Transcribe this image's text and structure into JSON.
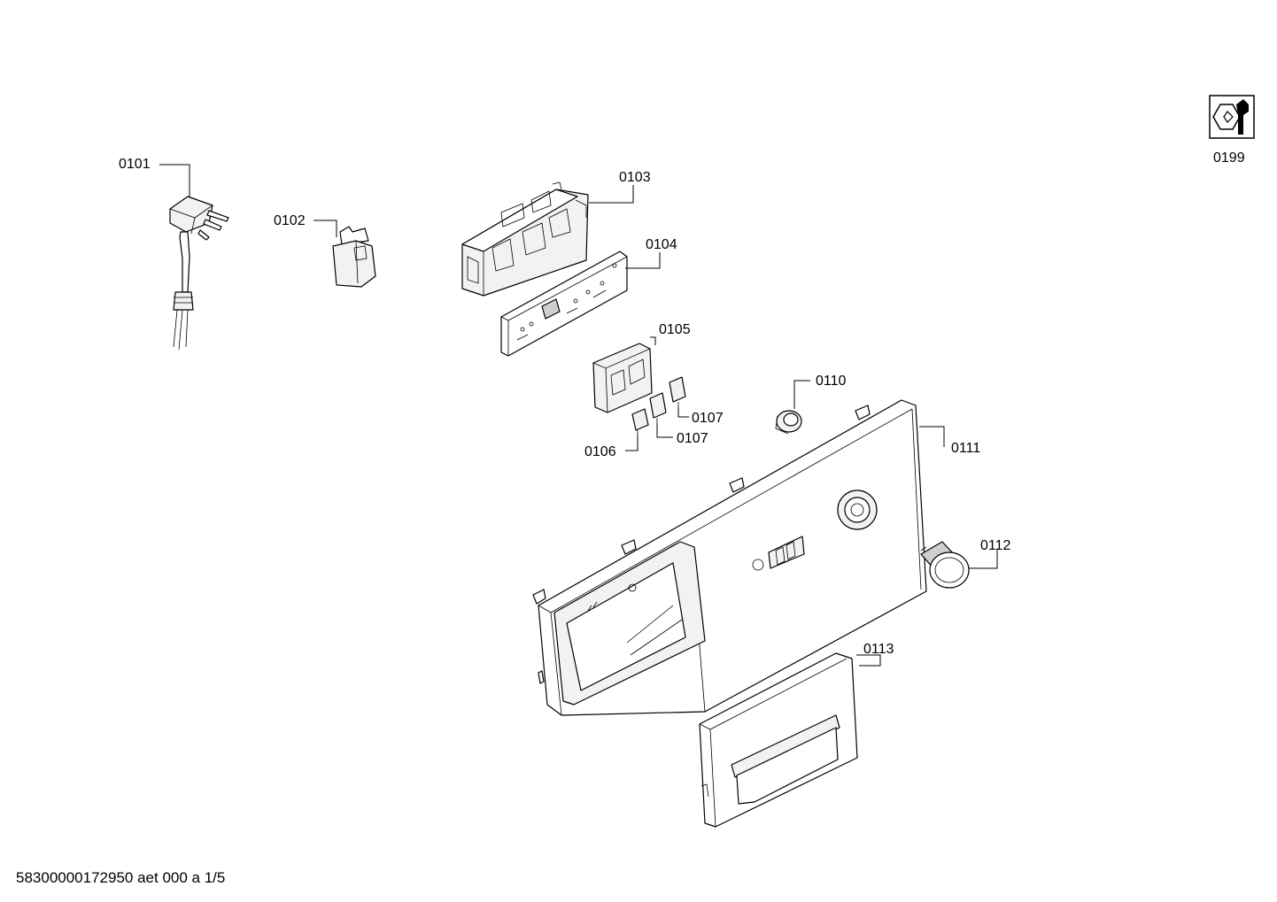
{
  "callouts": [
    {
      "id": "p0101",
      "label": "0101"
    },
    {
      "id": "p0102",
      "label": "0102"
    },
    {
      "id": "p0103",
      "label": "0103"
    },
    {
      "id": "p0104",
      "label": "0104"
    },
    {
      "id": "p0105",
      "label": "0105"
    },
    {
      "id": "p0106",
      "label": "0106"
    },
    {
      "id": "p0107a",
      "label": "0107"
    },
    {
      "id": "p0107b",
      "label": "0107"
    },
    {
      "id": "p0110",
      "label": "0110"
    },
    {
      "id": "p0111",
      "label": "0111"
    },
    {
      "id": "p0112",
      "label": "0112"
    },
    {
      "id": "p0113",
      "label": "0113"
    },
    {
      "id": "p0199",
      "label": "0199"
    }
  ],
  "footer": {
    "text": "58300000172950 aet 000 a 1/5"
  }
}
